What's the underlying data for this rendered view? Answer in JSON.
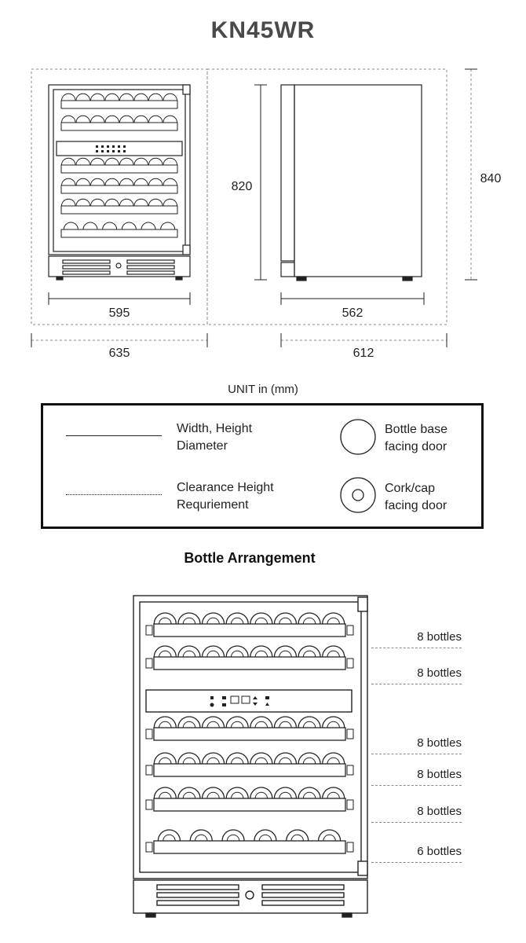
{
  "title": "KN45WR",
  "dimensions": {
    "front_width": "595",
    "front_clearance_width": "635",
    "side_depth": "562",
    "side_clearance_depth": "612",
    "height": "820",
    "clearance_height": "840"
  },
  "unit_label": "UNIT in (mm)",
  "legend": {
    "solid_line_label_1": "Width, Height",
    "solid_line_label_2": "Diameter",
    "dotted_line_label_1": "Clearance Height",
    "dotted_line_label_2": "Requriement",
    "bottle_base_label_1": "Bottle base",
    "bottle_base_label_2": "facing door",
    "cork_label_1": "Cork/cap",
    "cork_label_2": "facing door"
  },
  "arrangement": {
    "title": "Bottle Arrangement",
    "shelves": [
      {
        "label": "8 bottles",
        "count": 8
      },
      {
        "label": "8 bottles",
        "count": 8
      },
      {
        "label": "8 bottles",
        "count": 8
      },
      {
        "label": "8 bottles",
        "count": 8
      },
      {
        "label": "8 bottles",
        "count": 8
      },
      {
        "label": "6 bottles",
        "count": 6
      }
    ]
  },
  "colors": {
    "line": "#222222",
    "title": "#4a4a4a",
    "dotted": "#888888"
  }
}
